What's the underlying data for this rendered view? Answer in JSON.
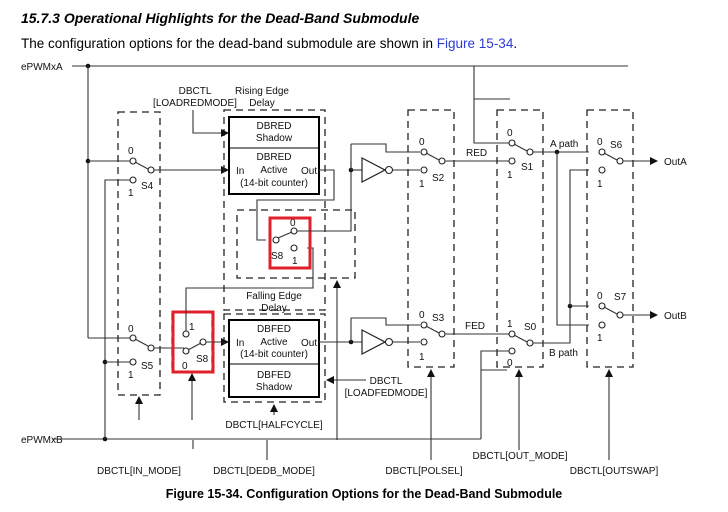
{
  "section": {
    "heading": "15.7.3 Operational Highlights for the Dead-Band Submodule",
    "intro_text": "The configuration options for the dead-band submodule are shown in ",
    "intro_link": "Figure 15-34",
    "intro_end": "."
  },
  "figure": {
    "caption": "Figure 15-34. Configuration Options for the Dead-Band Submodule",
    "inputs": {
      "a": "ePWMxA",
      "b": "ePWMxB"
    },
    "outputs": {
      "a": "OutA",
      "b": "OutB"
    },
    "rising_edge": {
      "title_1": "Rising Edge",
      "title_2": "Delay",
      "shadow_1": "DBRED",
      "shadow_2": "Shadow",
      "active_1": "DBRED",
      "active_2": "Active",
      "active_3": "(14-bit counter)",
      "in": "In",
      "out": "Out"
    },
    "falling_edge": {
      "title_1": "Falling Edge",
      "title_2": "Delay",
      "shadow_1": "DBFED",
      "shadow_2": "Shadow",
      "active_1": "DBFED",
      "active_2": "Active",
      "active_3": "(14-bit counter)",
      "in": "In",
      "out": "Out"
    },
    "signals": {
      "red": "RED",
      "fed": "FED",
      "a_path": "A path",
      "b_path": "B path"
    },
    "switches": {
      "s0": "S0",
      "s1": "S1",
      "s2": "S2",
      "s3": "S3",
      "s4": "S4",
      "s5": "S5",
      "s6": "S6",
      "s7": "S7",
      "s8": "S8"
    },
    "pin_labels": {
      "zero": "0",
      "one": "1"
    },
    "controls": {
      "loadredmode_1": "DBCTL",
      "loadredmode_2": "[LOADREDMODE]",
      "loadfedmode_1": "DBCTL",
      "loadfedmode_2": "[LOADFEDMODE]",
      "halfcycle": "DBCTL[HALFCYCLE]",
      "in_mode": "DBCTL[IN_MODE]",
      "dedb_mode": "DBCTL[DEDB_MODE]",
      "polsel": "DBCTL[POLSEL]",
      "out_mode": "DBCTL[OUT_MODE]",
      "outswap": "DBCTL[OUTSWAP]"
    },
    "highlight_color": "#e0202a",
    "link_color": "#2b3bd6"
  }
}
